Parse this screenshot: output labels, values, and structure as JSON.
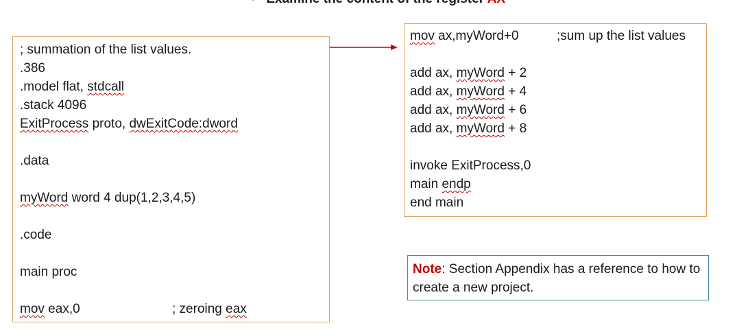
{
  "header": {
    "bullet": "•",
    "title_prefix": "Examine the content of the register ",
    "title_register": "AX"
  },
  "left_code": {
    "lines": [
      "; summation of the list values.",
      ".386",
      ".model flat, ",
      ".stack 4096",
      " proto, ",
      ".data",
      " word 4 dup(1,2,3,4,5)",
      ".code",
      "main proc",
      " eax,0"
    ],
    "stdcall": "stdcall",
    "exitprocess": "ExitProcess",
    "dwexitcode": "dwExitCode:dword",
    "myword": "myWord",
    "mov": "mov",
    "zeroing_comment_prefix": "; zeroing ",
    "zeroing_comment_eax": "eax"
  },
  "right_code": {
    "first_mov": "mov",
    "first_rest": " ax,myWord+0",
    "first_comment": ";sum up the list values",
    "add_prefix": "add ax, ",
    "myword": "myWord",
    "add_offsets": [
      " + 2",
      " + 4",
      " + 6",
      " + 8"
    ],
    "invoke": "invoke ExitProcess,0",
    "main_endp_prefix": "main ",
    "endp": "endp",
    "end_main": "end main"
  },
  "note": {
    "label": "Note",
    "text": ": Section Appendix has a reference to how to create a new project."
  },
  "colors": {
    "accent_red": "#c00000",
    "box_border": "#e0a060",
    "note_border": "#4a8a9a"
  }
}
